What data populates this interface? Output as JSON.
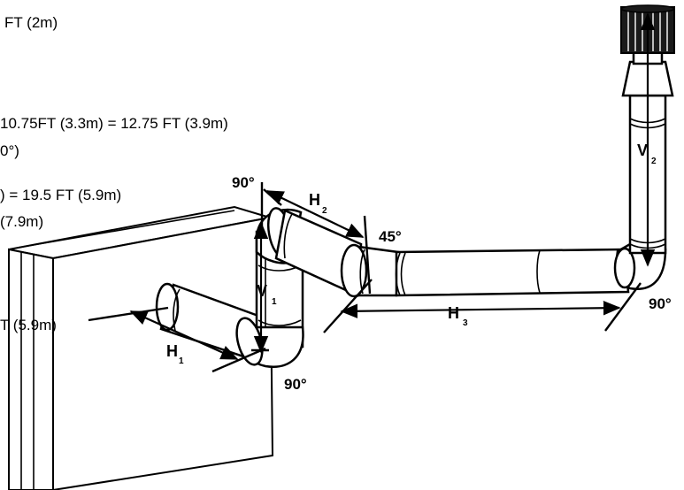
{
  "notes": {
    "line1": "FT (2m)",
    "line2": "10.75FT (3.3m) = 12.75 FT (3.9m)",
    "line3": "0°)",
    "line4": ") = 19.5 FT (5.9m)",
    "line5": "(7.9m)",
    "line6": "T (5.9m)"
  },
  "angles": {
    "elbow_top": "90°",
    "elbow_45": "45°",
    "elbow_right": "90°",
    "elbow_bottom": "90°"
  },
  "segments": {
    "h1": {
      "main": "H",
      "sub": "1"
    },
    "h2": {
      "main": "H",
      "sub": "2"
    },
    "h3": {
      "main": "H",
      "sub": "3"
    },
    "v1": {
      "main": "V",
      "sub": "1"
    },
    "v2": {
      "main": "V",
      "sub": "2"
    }
  },
  "colors": {
    "ink": "#000000",
    "paper": "#ffffff"
  }
}
